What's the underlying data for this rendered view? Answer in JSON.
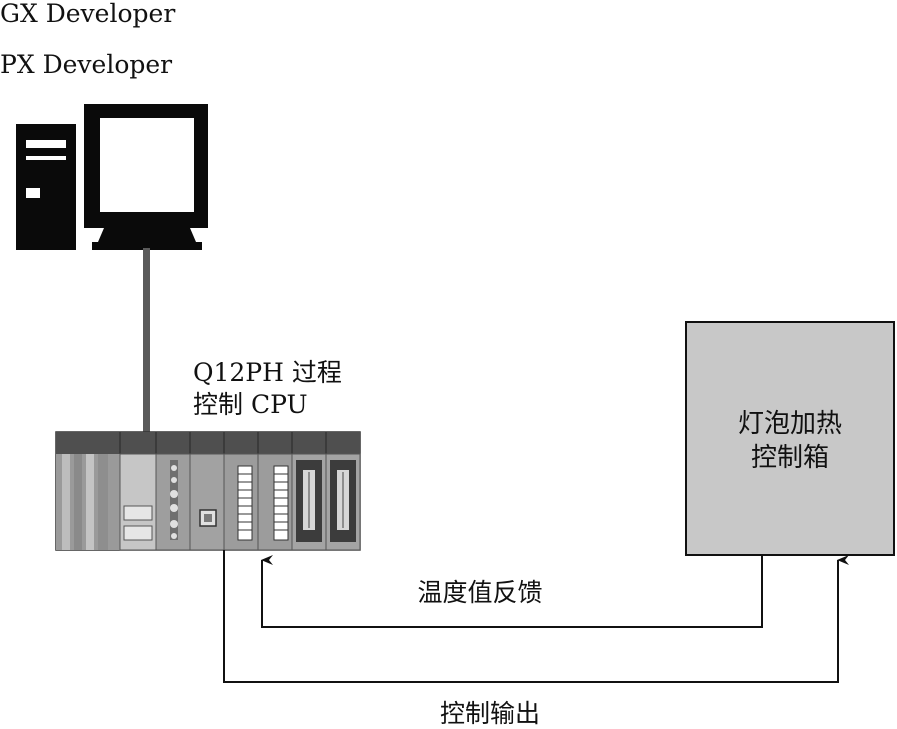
{
  "software": {
    "line1": "GX Developer",
    "line2": "PX Developer"
  },
  "plc": {
    "label_line1": "Q12PH 过程",
    "label_line2": "控制 CPU"
  },
  "control_box": {
    "label_line1": "灯泡加热",
    "label_line2": "控制箱"
  },
  "signals": {
    "feedback_label": "温度值反馈",
    "output_label": "控制输出"
  },
  "colors": {
    "line": "#111111",
    "box_fill": "#c8c8c8",
    "plc_top": "#555555",
    "plc_body": "#a9a9a9"
  }
}
